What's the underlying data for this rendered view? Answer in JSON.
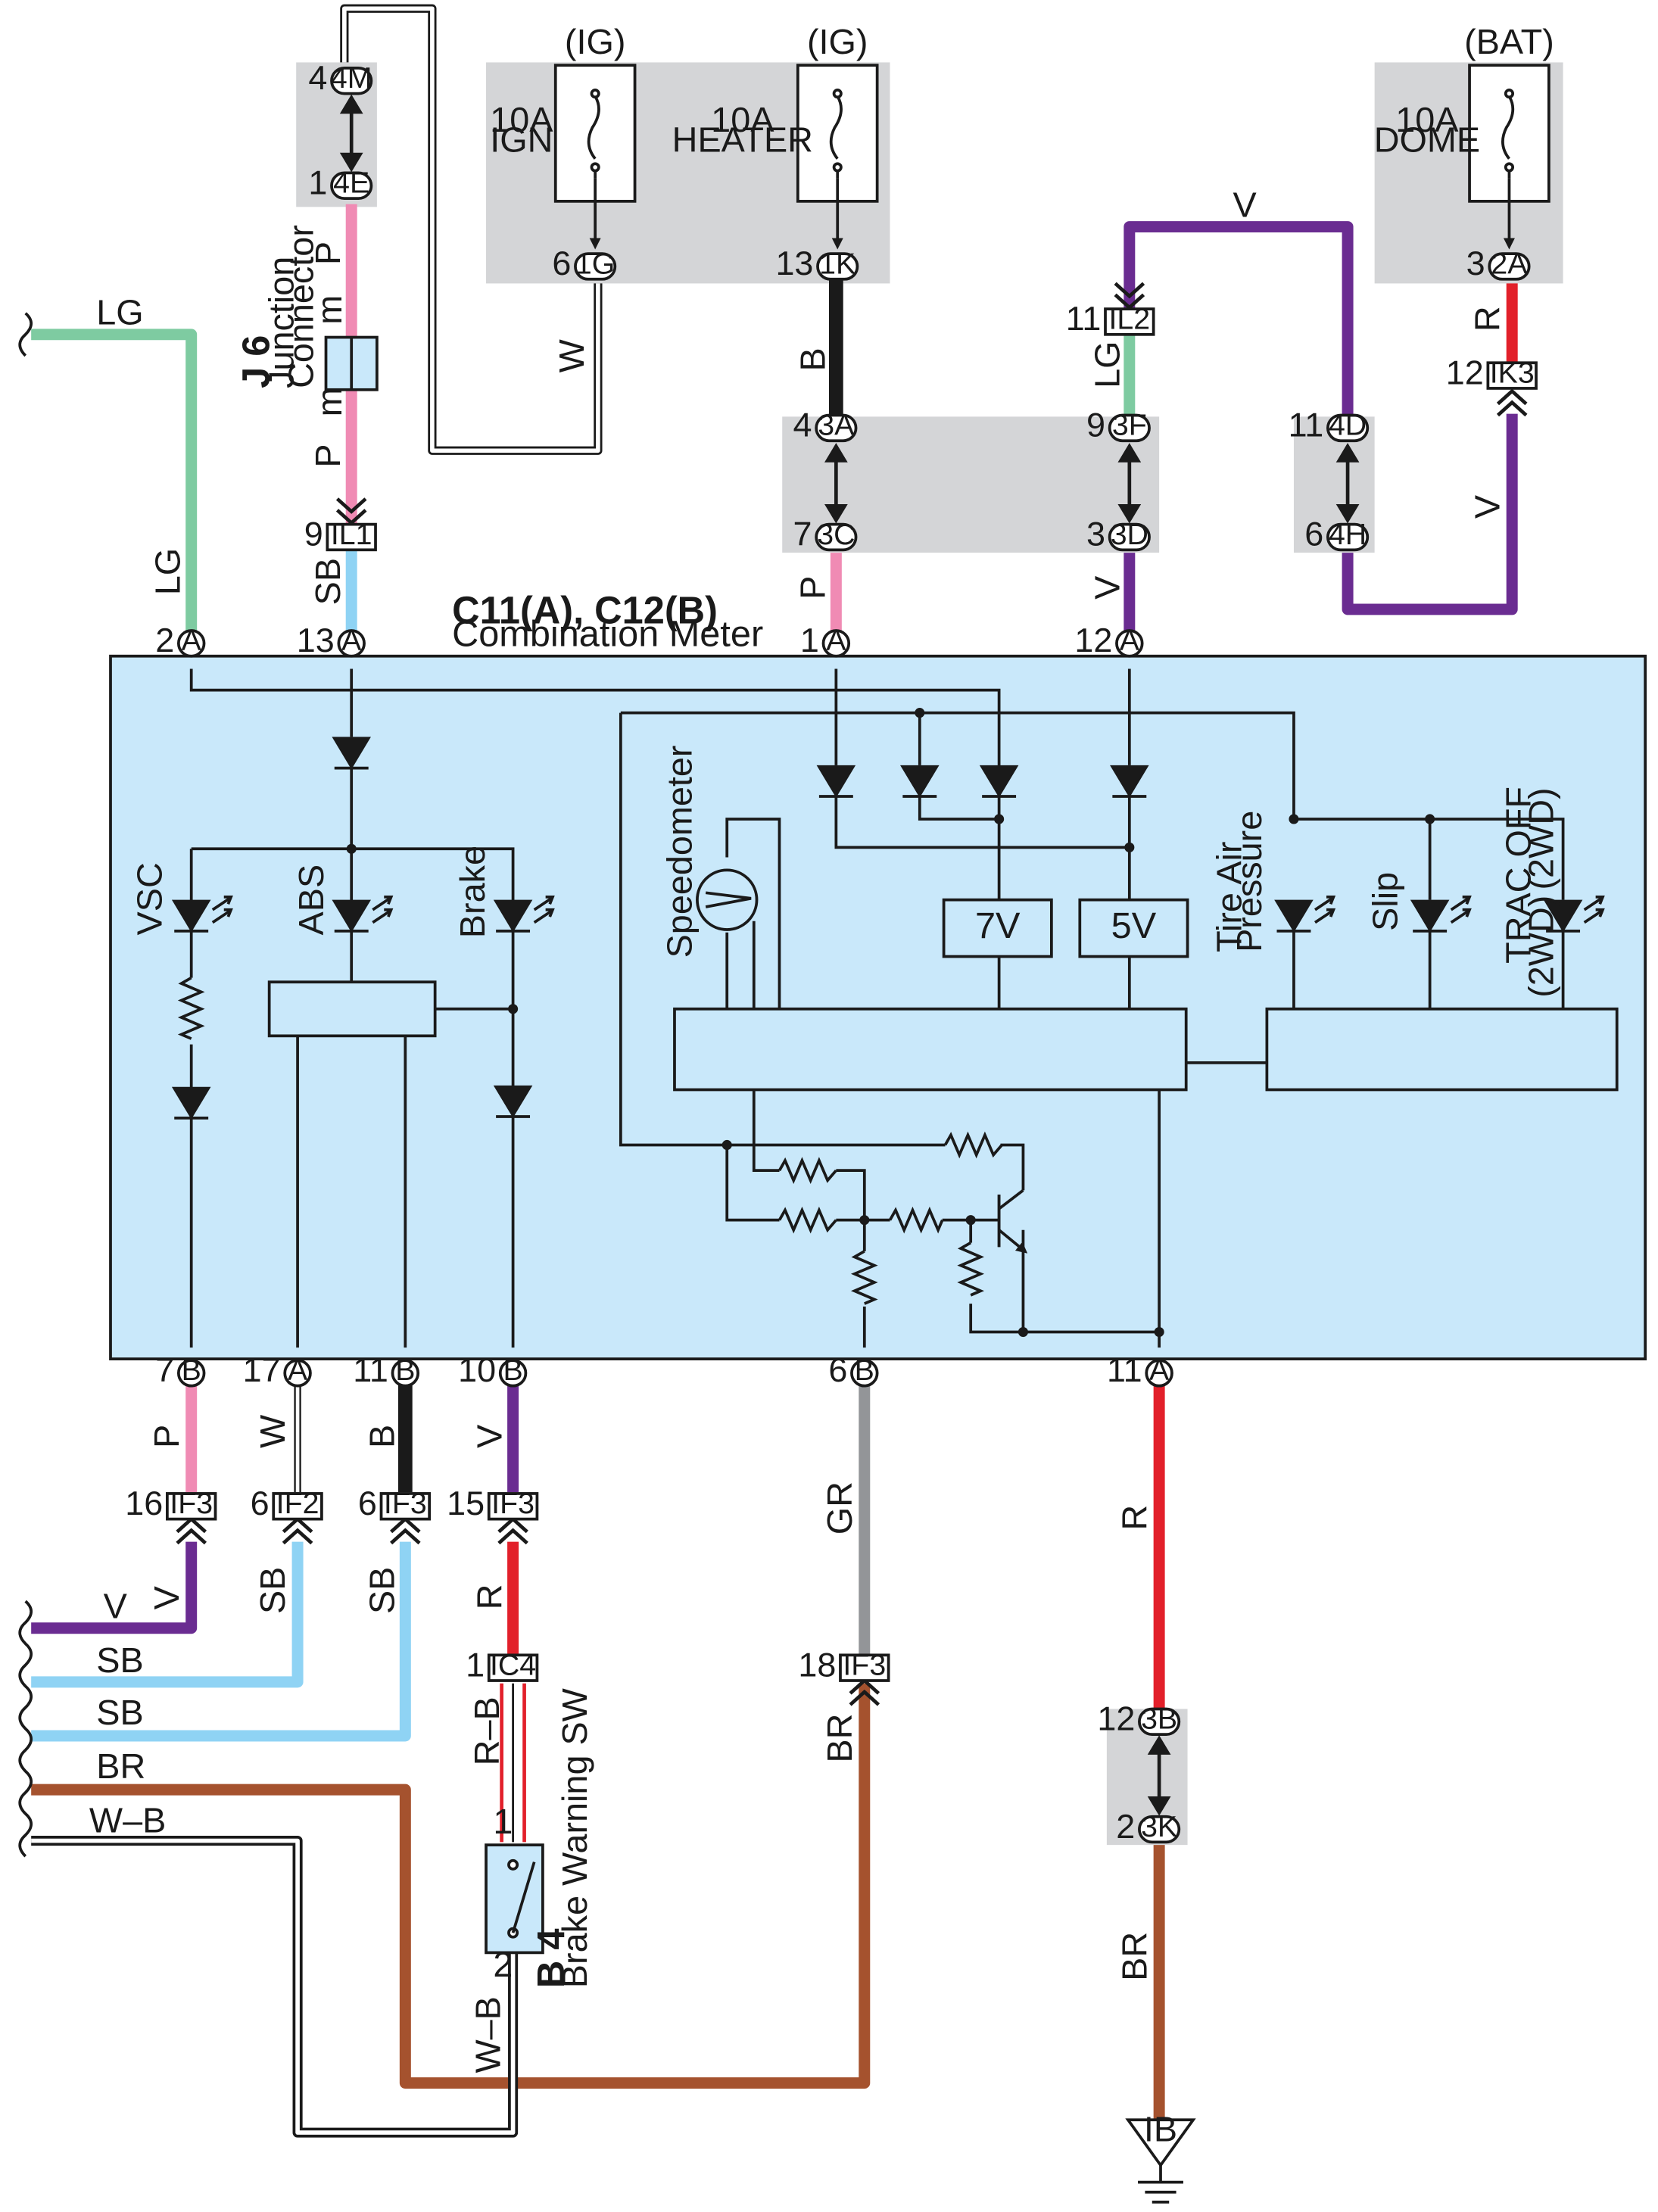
{
  "sources": {
    "ig1": {
      "state": "(IG)",
      "amp": "10A",
      "name": "IGN"
    },
    "ig2": {
      "state": "(IG)",
      "amp": "10A",
      "name": "HEATER"
    },
    "bat": {
      "state": "(BAT)",
      "amp": "10A",
      "name": "DOME"
    }
  },
  "meter": {
    "title_bold": "C11(A), C12(B)",
    "title": "Combination Meter"
  },
  "junction": {
    "id": "J 6",
    "name1": "Junction",
    "name2": "Connector",
    "pin": "m"
  },
  "brake_sw": {
    "id": "B 4",
    "name": "Brake Warning SW",
    "pin1": "1",
    "pin2": "2"
  },
  "ground": {
    "label": "IB"
  },
  "connectors": {
    "c4m": {
      "code": "4M",
      "pin": "4"
    },
    "c4e": {
      "code": "4E",
      "pin": "1"
    },
    "c1g": {
      "code": "1G",
      "pin": "6"
    },
    "c1k": {
      "code": "1K",
      "pin": "13"
    },
    "c2a": {
      "code": "2A",
      "pin": "3"
    },
    "il2": {
      "code": "IL2",
      "pin": "11"
    },
    "ik3": {
      "code": "IK3",
      "pin": "12"
    },
    "c3a": {
      "code": "3A",
      "pin": "4"
    },
    "c3f": {
      "code": "3F",
      "pin": "9"
    },
    "c3c": {
      "code": "3C",
      "pin": "7"
    },
    "c3d": {
      "code": "3D",
      "pin": "3"
    },
    "c4d": {
      "code": "4D",
      "pin": "11"
    },
    "c4h": {
      "code": "4H",
      "pin": "6"
    },
    "il1": {
      "code": "IL1",
      "pin": "9"
    },
    "mA2": {
      "code": "A",
      "pin": "2"
    },
    "mA13": {
      "code": "A",
      "pin": "13"
    },
    "mA1": {
      "code": "A",
      "pin": "1"
    },
    "mA12": {
      "code": "A",
      "pin": "12"
    },
    "mB7": {
      "code": "B",
      "pin": "7"
    },
    "mA17": {
      "code": "A",
      "pin": "17"
    },
    "mB11": {
      "code": "B",
      "pin": "11"
    },
    "mB10": {
      "code": "B",
      "pin": "10"
    },
    "mB6": {
      "code": "B",
      "pin": "6"
    },
    "mA11": {
      "code": "A",
      "pin": "11"
    },
    "if3a": {
      "code": "IF3",
      "pin": "16"
    },
    "if2": {
      "code": "IF2",
      "pin": "6"
    },
    "if3b": {
      "code": "IF3",
      "pin": "6"
    },
    "if3c": {
      "code": "IF3",
      "pin": "15"
    },
    "ic4": {
      "code": "IC4",
      "pin": "1"
    },
    "if3d": {
      "code": "IF3",
      "pin": "18"
    },
    "c3b": {
      "code": "3B",
      "pin": "12"
    },
    "c3k": {
      "code": "3K",
      "pin": "2"
    }
  },
  "wire_labels": {
    "lg_top": "LG",
    "lg_side": "LG",
    "p1": "P",
    "p2": "P",
    "sb1": "SB",
    "w1": "W",
    "b1": "B",
    "lg2": "LG",
    "v_top": "V",
    "r1": "R",
    "v1": "V",
    "v2": "V",
    "p3": "P",
    "p4": "P",
    "w2": "W",
    "b2": "B",
    "v3": "V",
    "r2": "R",
    "gr": "GR",
    "r3": "R",
    "v4": "V",
    "sb2": "SB",
    "sb3": "SB",
    "rb": "R–B",
    "br1": "BR",
    "br2": "BR",
    "wb1": "W–B",
    "hv": "V",
    "hsb1": "SB",
    "hsb2": "SB",
    "hbr": "BR",
    "hwb": "W–B"
  },
  "indicators": {
    "vsc": "VSC",
    "abs": "ABS",
    "brake": "Brake",
    "speedometer": "Speedometer",
    "tire1": "Tire Air",
    "tire2": "Pressure",
    "slip": "Slip",
    "trac1": "TRAC OFF",
    "trac2": "(2WD)",
    "trac3": "(2WD)",
    "reg7": "7V",
    "reg5": "5V"
  },
  "colors": {
    "meter_fill": "#c9e8fa",
    "relay_fill": "#d4d5d7",
    "LG": "#7ecba1",
    "P": "#f08bb4",
    "SB": "#8fd3f4",
    "B": "#1a1a1a",
    "V": "#6a2c91",
    "R": "#e2202a",
    "GR": "#939598",
    "BR": "#a5522e"
  }
}
